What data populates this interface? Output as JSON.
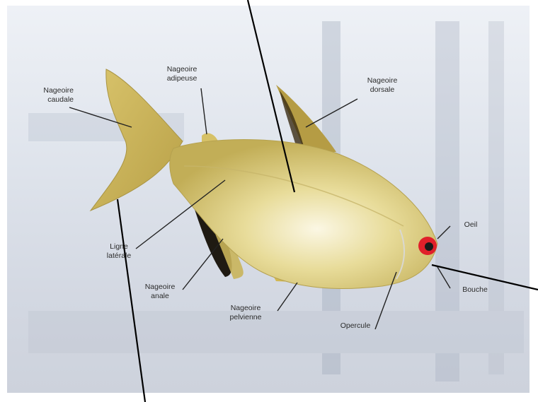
{
  "diagram": {
    "labels": {
      "caudale": "Nageoire\ncaudale",
      "adipeuse": "Nageoire\nadipeuse",
      "dorsale": "Nageoire\ndorsale",
      "oeil": "Oeil",
      "laterale": "Ligne\nlatérale",
      "anale": "Nageoire\nanale",
      "pelvienne": "Nageoire\npelvienne",
      "opercule": "Opercule",
      "bouche": "Bouche"
    },
    "colors": {
      "body": "#d8c774",
      "body_light": "#f3ecc8",
      "fin": "#c9b45a",
      "fin_dark": "#1f1a12",
      "eye": "#e0202a",
      "line": "#111111"
    }
  }
}
